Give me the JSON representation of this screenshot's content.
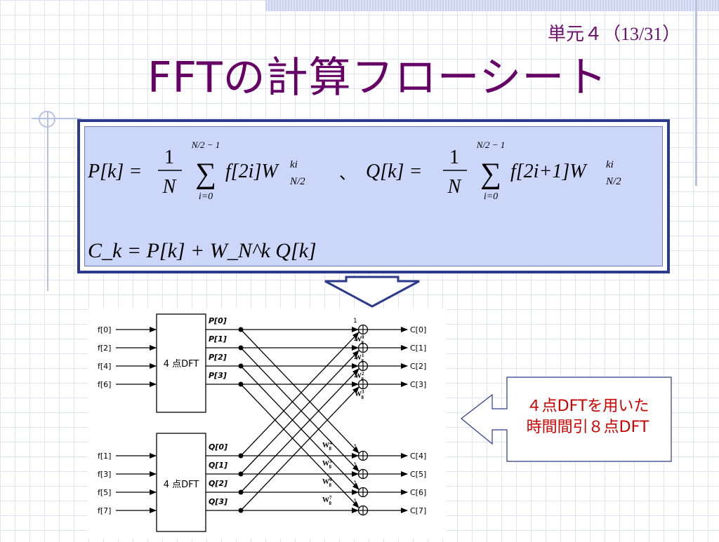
{
  "slide": {
    "unit_label": "単元４（13/31）",
    "title": "FFTの計算フローシート"
  },
  "formulas": {
    "p_lhs": "P[k] =",
    "q_lhs": "Q[k] =",
    "one": "1",
    "n": "N",
    "sum_upper": "N/2 − 1",
    "sum_lower": "i=0",
    "p_term": "f[2i]W",
    "q_term": "f[2i+1]W",
    "twiddle_sup": "ki",
    "twiddle_sub": "N/2",
    "separator": "、",
    "c_formula": "C_k = P[k] + W_N^k Q[k]"
  },
  "diagram": {
    "top_block_label": "4 点DFT",
    "bottom_block_label": "4 点DFT",
    "top_inputs": [
      "f[0]",
      "f[2]",
      "f[4]",
      "f[6]"
    ],
    "bottom_inputs": [
      "f[1]",
      "f[3]",
      "f[5]",
      "f[7]"
    ],
    "p_labels": [
      "P[0]",
      "P[1]",
      "P[2]",
      "P[3]"
    ],
    "q_labels": [
      "Q[0]",
      "Q[1]",
      "Q[2]",
      "Q[3]"
    ],
    "top_outputs": [
      "C[0]",
      "C[1]",
      "C[2]",
      "C[3]"
    ],
    "bottom_outputs": [
      "C[4]",
      "C[5]",
      "C[6]",
      "C[7]"
    ],
    "one_label": "1",
    "w_base": "W",
    "w_sub": "8",
    "w_exponents": [
      "0",
      "1",
      "2",
      "3",
      "4",
      "5",
      "6",
      "7"
    ]
  },
  "callout": {
    "line1": "４点DFTを用いた",
    "line2": "時間間引８点DFT"
  },
  "colors": {
    "title": "#660066",
    "callout_text": "#cc0000",
    "formula_bg": "#ccd6f8",
    "frame": "#2b3a8c"
  }
}
